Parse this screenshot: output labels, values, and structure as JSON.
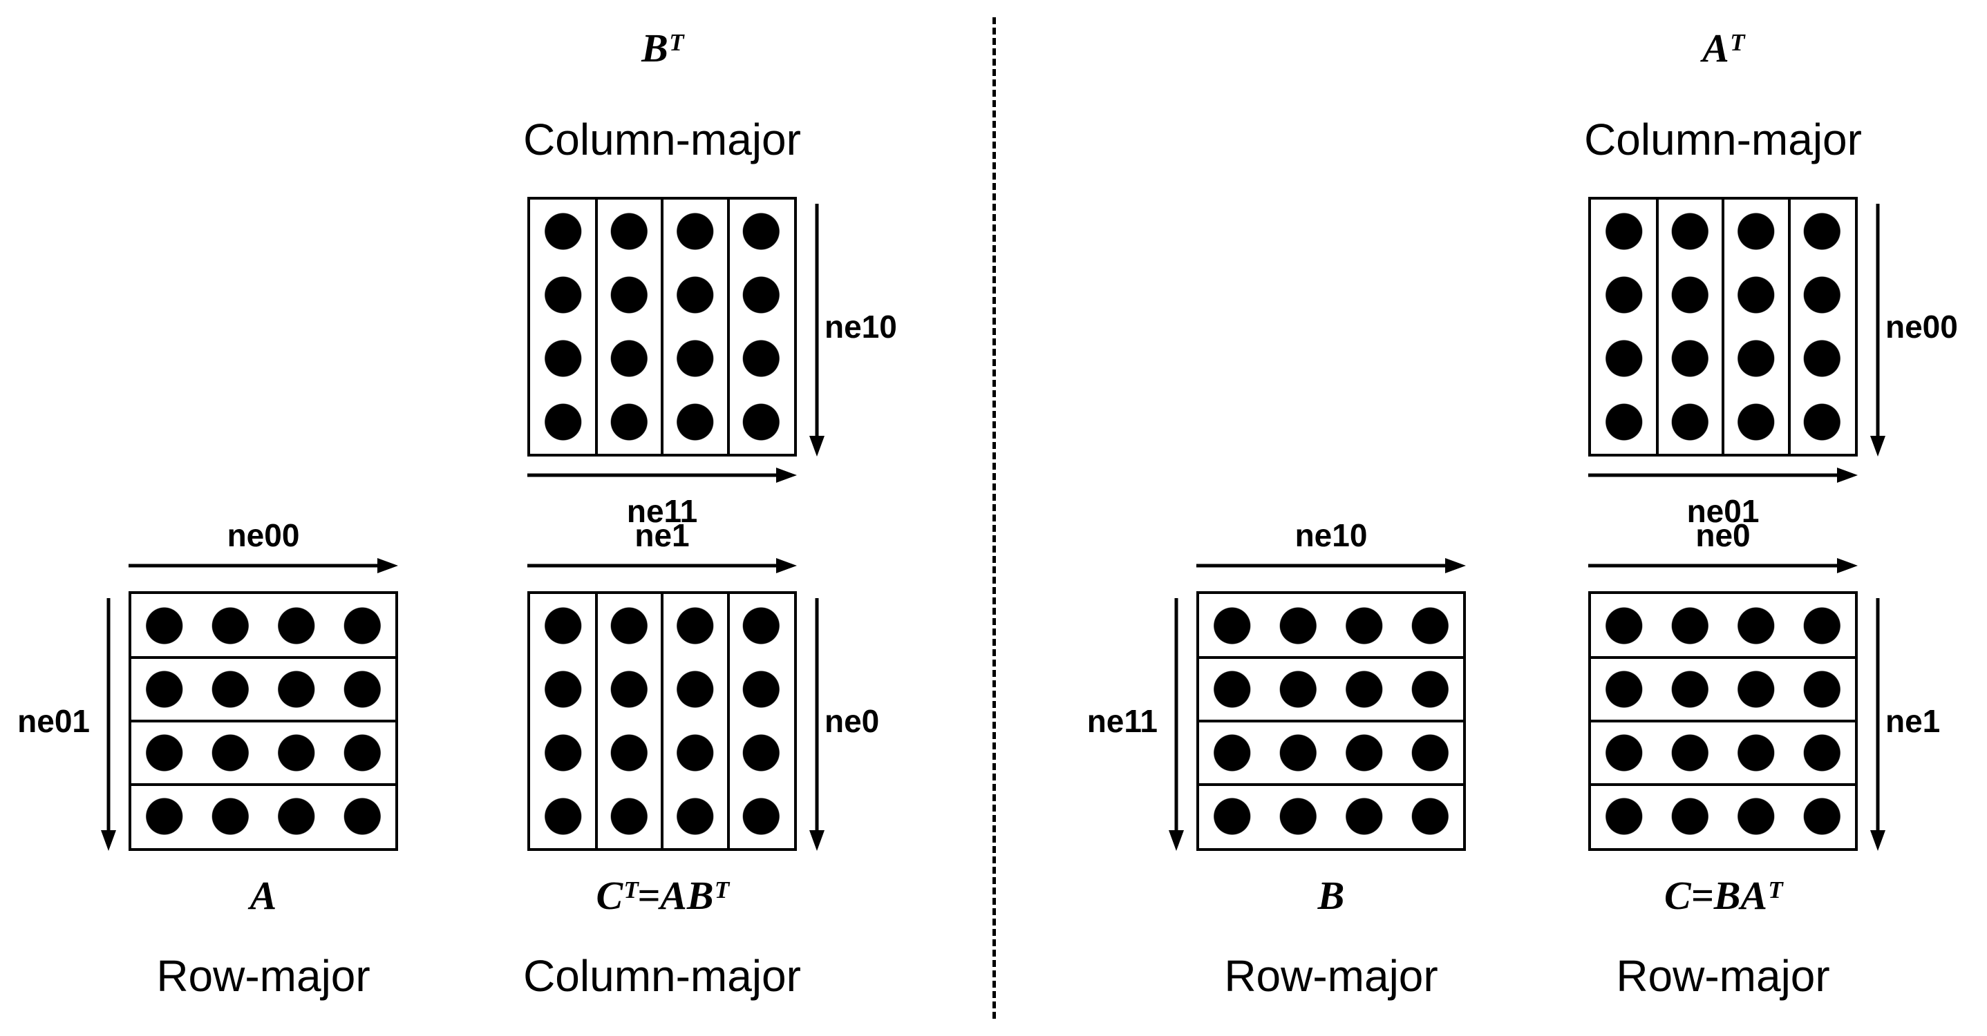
{
  "palette": {
    "ink": "#000000",
    "background": "#ffffff"
  },
  "grid": {
    "rows": 4,
    "cols": 4
  },
  "left": {
    "bt": {
      "title": "Bᵀ",
      "layout": "Column-major",
      "right_label": "ne10",
      "bottom_label": "ne11"
    },
    "a": {
      "top_label": "ne00",
      "left_label": "ne01",
      "title": "A",
      "layout": "Row-major"
    },
    "ct": {
      "top_label": "ne1",
      "right_label": "ne0",
      "title": "Cᵀ=ABᵀ",
      "layout": "Column-major"
    }
  },
  "right": {
    "at": {
      "title": "Aᵀ",
      "layout": "Column-major",
      "right_label": "ne00",
      "bottom_label": "ne01"
    },
    "b": {
      "top_label": "ne10",
      "left_label": "ne11",
      "title": "B",
      "layout": "Row-major"
    },
    "c": {
      "top_label": "ne0",
      "right_label": "ne1",
      "title": "C=BAᵀ",
      "layout": "Row-major"
    }
  }
}
